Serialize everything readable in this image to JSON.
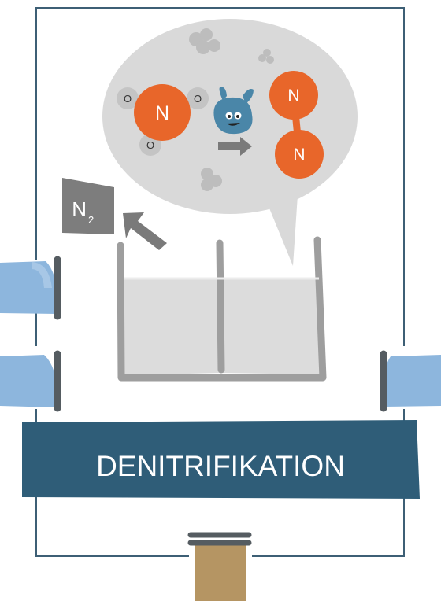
{
  "colors": {
    "frame": "#3d5f75",
    "bubble": "#d9d9d9",
    "tank_stroke": "#9e9e9e",
    "tank_fill": "#dcdcdc",
    "nitrogen": "#e8662a",
    "bacterium": "#4a86a8",
    "arrow": "#7a7a7a",
    "n2_box": "#7d7d7d",
    "banner": "#2f5d78",
    "pipe_blue": "#8db6dd",
    "pipe_brown": "#b59563",
    "flange": "#555c61"
  },
  "diagram": {
    "nitrate": {
      "center_atom": "N",
      "oxygen_atoms": [
        "O",
        "O",
        "O"
      ]
    },
    "bacterium_icon": "bacterium-icon",
    "reaction_arrow_icon": "arrow-right-icon",
    "nitrogen_molecule": {
      "atoms": [
        "N",
        "N"
      ]
    },
    "n2_label": {
      "symbol": "N",
      "subscript": "2"
    },
    "release_arrow_icon": "arrow-up-left-icon"
  },
  "banner": {
    "title": "DENITRIFIKATION"
  }
}
